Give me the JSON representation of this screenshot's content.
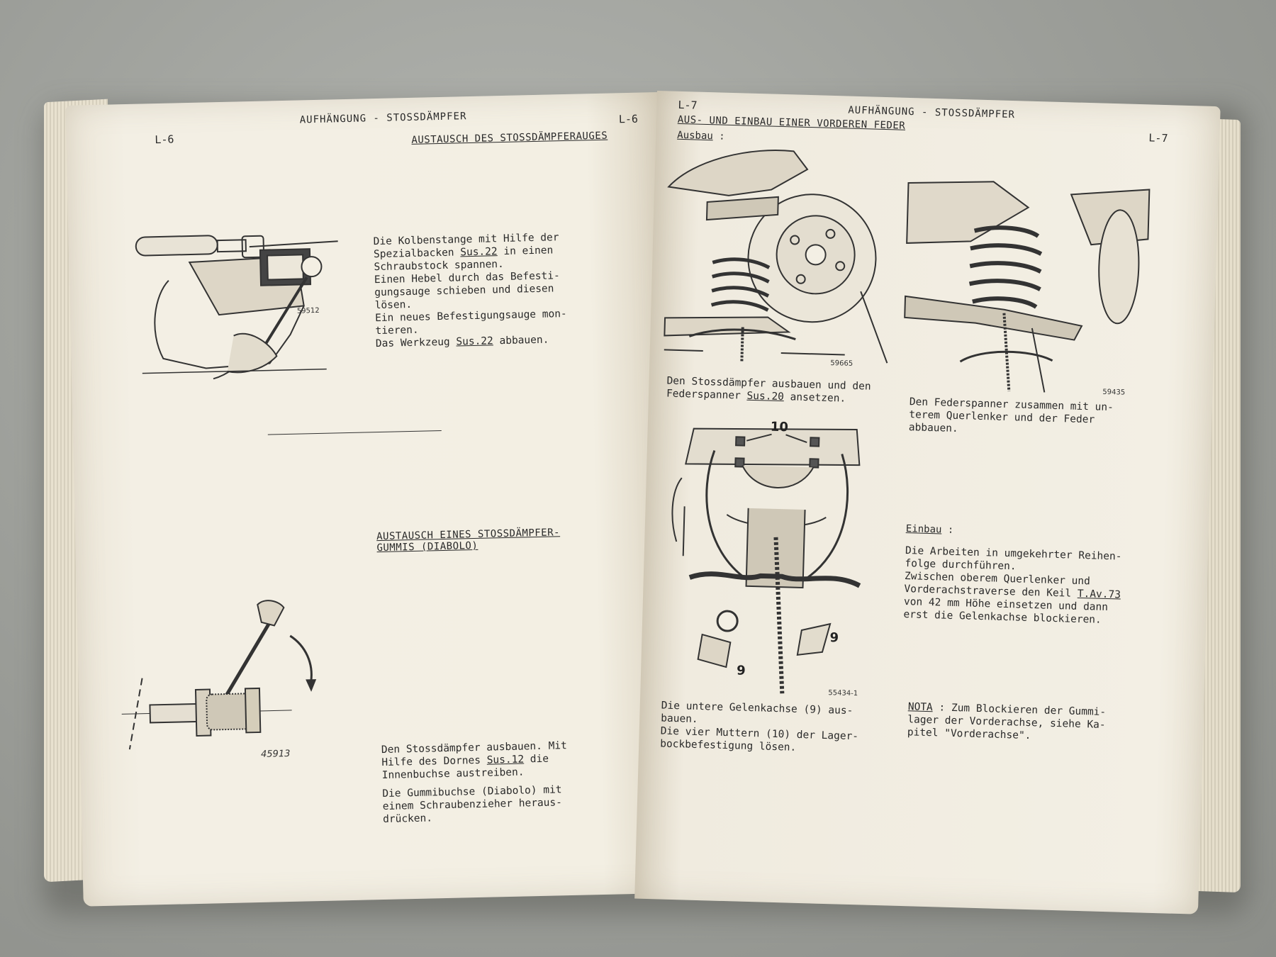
{
  "left_page": {
    "page_number": "L-6",
    "page_number_corner": "L-6",
    "running_header": "AUFHÄNGUNG - STOSSDÄMPFER",
    "section1": {
      "title": "AUSTAUSCH DES STOSSDÄMPFERAUGES",
      "lines": [
        {
          "pre": "Die Kolbenstange mit Hilfe der",
          "ref": "",
          "post": ""
        },
        {
          "pre": "Spezialbacken ",
          "ref": "Sus.22",
          "post": " in einen"
        },
        {
          "pre": "Schraubstock spannen.",
          "ref": "",
          "post": ""
        },
        {
          "pre": "Einen Hebel durch das Befesti-",
          "ref": "",
          "post": ""
        },
        {
          "pre": "gungsauge schieben und diesen",
          "ref": "",
          "post": ""
        },
        {
          "pre": "lösen.",
          "ref": "",
          "post": ""
        },
        {
          "pre": "Ein neues Befestigungsauge mon-",
          "ref": "",
          "post": ""
        },
        {
          "pre": "tieren.",
          "ref": "",
          "post": ""
        },
        {
          "pre": "Das Werkzeug ",
          "ref": "Sus.22",
          "post": " abbauen."
        }
      ],
      "figure_code": "59512"
    },
    "section2": {
      "title_line1": "AUSTAUSCH EINES STOSSDÄMPFER-",
      "title_line2": "GUMMIS (DIABOLO)",
      "para1": [
        {
          "pre": "Den Stossdämpfer ausbauen. Mit",
          "ref": "",
          "post": ""
        },
        {
          "pre": "Hilfe des Dornes ",
          "ref": "Sus.12",
          "post": " die"
        },
        {
          "pre": "Innenbuchse austreiben.",
          "ref": "",
          "post": ""
        }
      ],
      "para2": [
        "Die Gummibuchse (Diabolo) mit",
        "einem Schraubenzieher heraus-",
        "drücken."
      ],
      "figure_code": "45913"
    }
  },
  "right_page": {
    "page_number": "L-7",
    "page_number_corner": "L-7",
    "running_header": "AUFHÄNGUNG - STOSSDÄMPFER",
    "title": "AUS- UND EINBAU EINER VORDEREN FEDER",
    "ausbau_label": "Ausbau",
    "ausbau_colon": " :",
    "fig1": {
      "code": "59665",
      "caption": [
        {
          "pre": "Den Stossdämpfer ausbauen und den",
          "ref": "",
          "post": ""
        },
        {
          "pre": "Federspanner ",
          "ref": "Sus.20",
          "post": " ansetzen."
        }
      ]
    },
    "fig2": {
      "code": "59435",
      "caption": [
        "Den Federspanner zusammen mit un-",
        "terem Querlenker und der Feder",
        "abbauen."
      ]
    },
    "fig3": {
      "code": "55434-1",
      "label_10": "10",
      "label_9a": "9",
      "label_9b": "9",
      "caption": [
        "Die untere Gelenkachse (9) aus-",
        "bauen.",
        "Die vier Muttern (10) der Lager-",
        "bockbefestigung lösen."
      ]
    },
    "einbau": {
      "label": "Einbau",
      "colon": " :",
      "lines": [
        {
          "pre": "Die Arbeiten in umgekehrter Reihen-",
          "ref": "",
          "post": ""
        },
        {
          "pre": "folge durchführen.",
          "ref": "",
          "post": ""
        },
        {
          "pre": "Zwischen oberem Querlenker und",
          "ref": "",
          "post": ""
        },
        {
          "pre": "Vorderachstraverse den Keil ",
          "ref": "T.Av.73",
          "post": ""
        },
        {
          "pre": "von 42 mm Höhe einsetzen und dann",
          "ref": "",
          "post": ""
        },
        {
          "pre": "erst die Gelenkachse blockieren.",
          "ref": "",
          "post": ""
        }
      ]
    },
    "nota": {
      "label": "NOTA",
      "lines": [
        " : Zum Blockieren der Gummi-",
        "lager der Vorderachse, siehe Ka-",
        "pitel \"Vorderachse\"."
      ]
    }
  },
  "colors": {
    "paper": "#f1ece0",
    "ink": "#2a2a2a",
    "background": "#9c9e99"
  }
}
